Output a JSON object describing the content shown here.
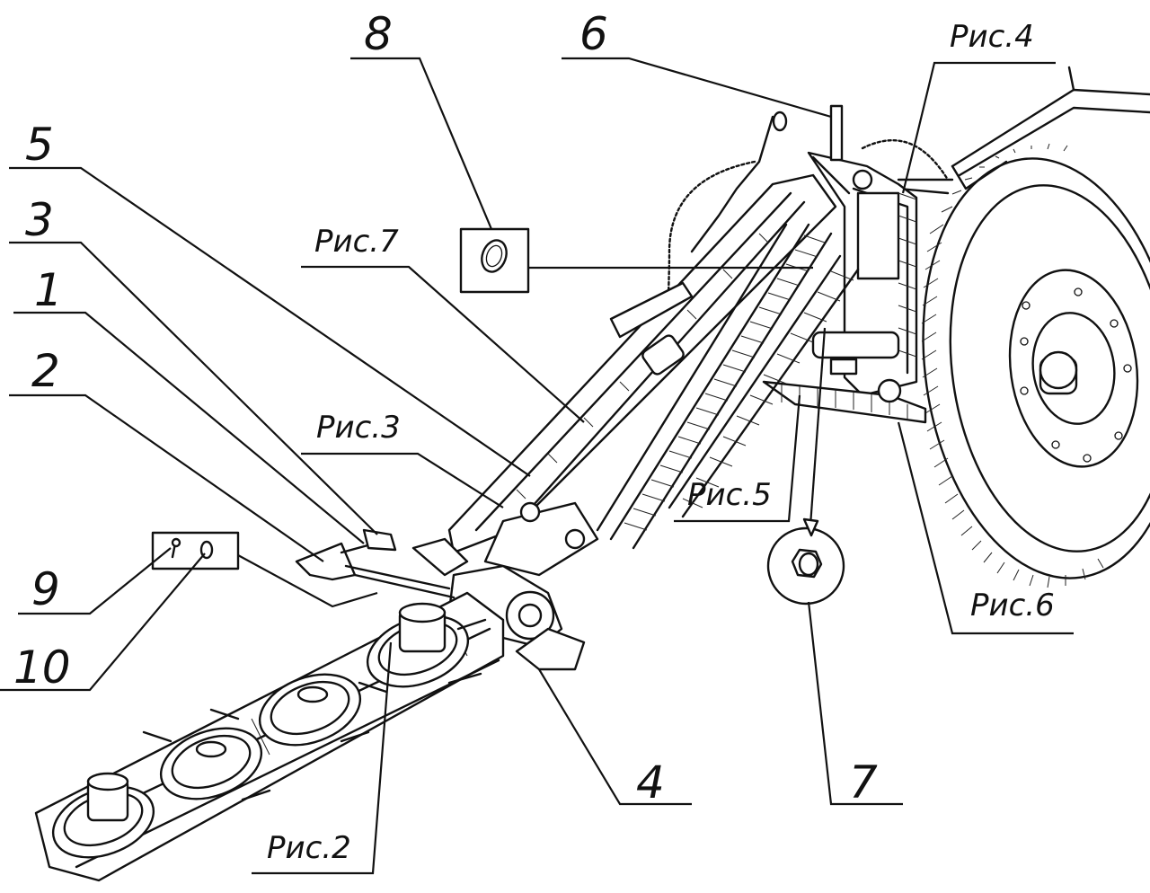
{
  "callouts": {
    "n8": "8",
    "n6": "6",
    "n5": "5",
    "n3": "3",
    "n1": "1",
    "n2": "2",
    "n9": "9",
    "n10": "10",
    "n4": "4",
    "n7": "7",
    "fig4": "Рис.4",
    "fig7": "Рис.7",
    "fig3": "Рис.3",
    "fig5": "Рис.5",
    "fig6": "Рис.6",
    "fig2": "Рис.2"
  }
}
